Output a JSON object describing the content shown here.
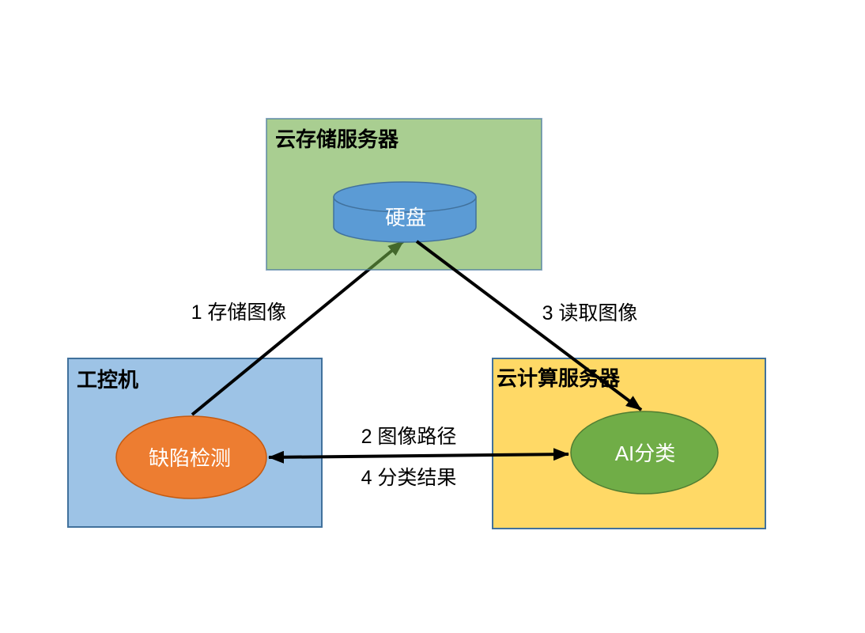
{
  "diagram": {
    "title_hint": "defect-detection cloud workflow diagram",
    "nodes": {
      "storage_server": {
        "label": "云存储服务器",
        "fill": "#70AD47",
        "type": "container-box",
        "opacity_note": "semi-transparent"
      },
      "hard_disk": {
        "label": "硬盘",
        "fill": "#5B9BD5",
        "type": "cylinder"
      },
      "control_machine": {
        "label": "工控机",
        "fill": "#9DC3E6",
        "type": "container-box"
      },
      "defect_detection": {
        "label": "缺陷检测",
        "fill": "#ED7D31",
        "type": "ellipse"
      },
      "compute_server": {
        "label": "云计算服务器",
        "fill": "#FFD966",
        "type": "container-box"
      },
      "ai_classification": {
        "label": "AI分类",
        "fill": "#70AD47",
        "type": "ellipse"
      }
    },
    "edges": {
      "store_image": {
        "label": "1 存储图像",
        "from": "defect_detection",
        "to": "hard_disk",
        "direction": "one-way"
      },
      "image_path": {
        "label": "2 图像路径",
        "from": "defect_detection",
        "to": "ai_classification",
        "direction": "two-way-upper-label"
      },
      "read_image": {
        "label": "3 读取图像",
        "from": "hard_disk",
        "to": "ai_classification",
        "direction": "one-way"
      },
      "classification_result": {
        "label": "4 分类结果",
        "from": "ai_classification",
        "to": "defect_detection",
        "direction": "two-way-lower-label"
      }
    },
    "colors": {
      "box_border": "#41719C",
      "cylinder_border": "#41719C",
      "defect_border": "#C55A11",
      "ai_border": "#507E32",
      "arrow": "#000000",
      "arrow_tinted_under_box": "#43682B",
      "box_title_text": "#000000",
      "node_text": "#FFFFFF",
      "background": "#FFFFFF"
    }
  }
}
